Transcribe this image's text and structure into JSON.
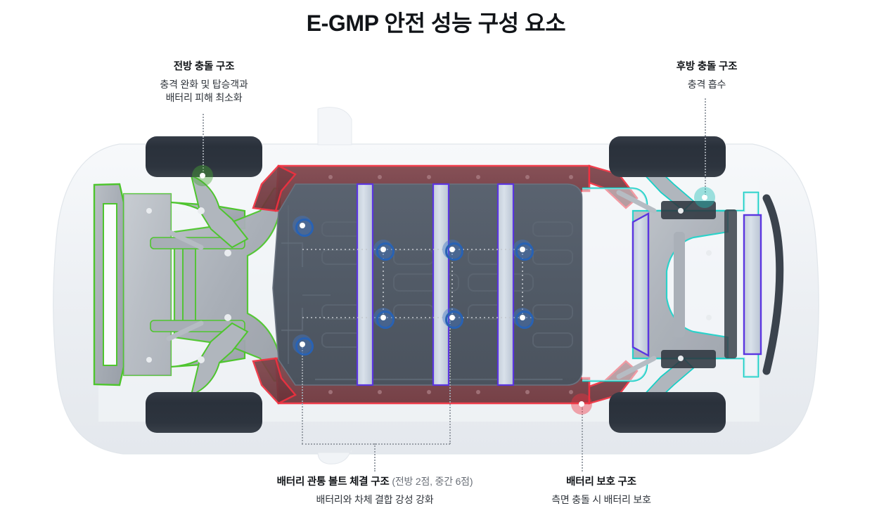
{
  "title": "E-GMP 안전 성능 구성 요소",
  "callouts": [
    {
      "id": "front-crash-structure",
      "title": "전방 충돌 구조",
      "paren": "",
      "desc_lines": [
        "충격 완화 및 탑승객과",
        "배터리 피해 최소화"
      ],
      "marker_color": "#46a832"
    },
    {
      "id": "rear-crash-structure",
      "title": "후방 충돌 구조",
      "paren": "",
      "desc_lines": [
        "충격 흡수"
      ],
      "marker_color": "#1cbfb8"
    },
    {
      "id": "battery-through-bolt-structure",
      "title": "배터리 관통 볼트 체결 구조",
      "paren": "(전방 2점, 중간 6점)",
      "desc_lines": [
        "배터리와 차체 결합 강성 강화"
      ],
      "marker_color": "#2862b4"
    },
    {
      "id": "battery-protection-structure",
      "title": "배터리 보호 구조",
      "paren": "",
      "desc_lines": [
        "측면 충돌 시 배터리 보호"
      ],
      "marker_color": "#ef3340"
    }
  ],
  "diagram": {
    "view": "vehicle-underbody-top-view",
    "bolt_count_front": 2,
    "bolt_count_middle": 6,
    "colors": {
      "front_structure": "#4ec52e",
      "rear_structure": "#17cfc6",
      "side_rail": "#f0303f",
      "bolt": "#2862b4",
      "crossmember": "#5b36e0",
      "battery_pack": "#545c69",
      "wheel": "#2d333d",
      "body": "#eef1f4"
    }
  }
}
